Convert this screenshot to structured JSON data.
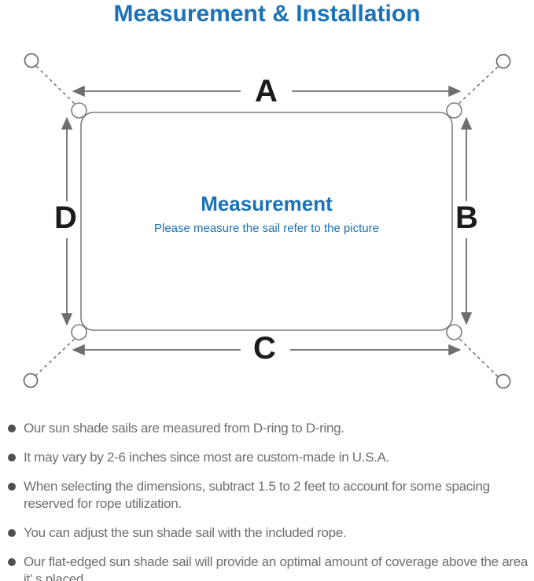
{
  "title": "Measurement & Installation",
  "diagram": {
    "dimension_labels": {
      "top": "A",
      "right": "B",
      "bottom": "C",
      "left": "D"
    },
    "center_heading": "Measurement",
    "center_subtitle": "Please measure the sail refer to the picture"
  },
  "notes": [
    "Our sun shade sails are measured from D-ring to D-ring.",
    "It may vary by 2-6 inches since most are custom-made in U.S.A.",
    "When selecting the dimensions, subtract 1.5 to 2 feet to account for some spacing reserved for rope utilization.",
    "You can adjust the sun shade sail with the included rope.",
    "Our flat-edged sun shade sail will provide an optimal amount of coverage above the area it’ s placed."
  ],
  "colors": {
    "accent_blue": "#1a72b8",
    "outline_gray": "#7d7d7d",
    "arrow_gray": "#6e6e6e",
    "note_text_gray": "#6f6f6f",
    "label_black": "#1b1b1b"
  }
}
